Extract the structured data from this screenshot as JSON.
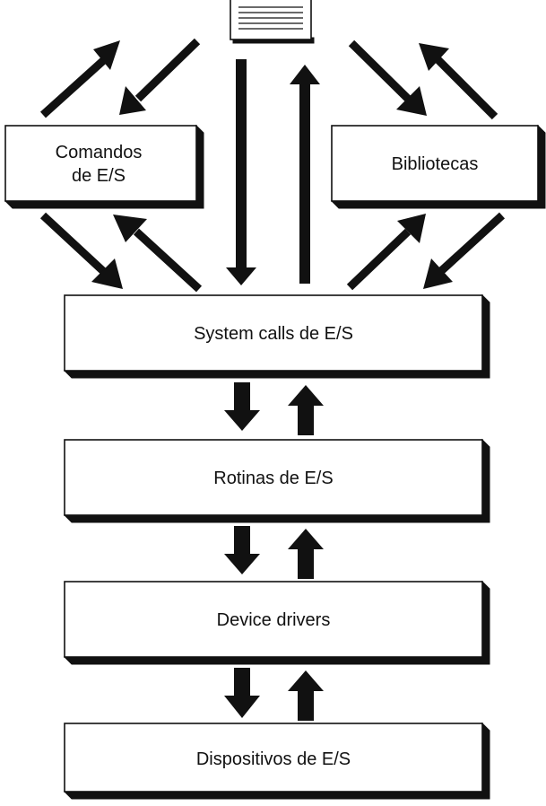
{
  "diagram": {
    "boxes": {
      "comandos": {
        "line1": "Comandos",
        "line2": "de E/S"
      },
      "bibliotecas": {
        "label": "Bibliotecas"
      },
      "system_calls": {
        "label": "System calls de E/S"
      },
      "rotinas": {
        "label": "Rotinas de E/S"
      },
      "device_drivers": {
        "label": "Device drivers"
      },
      "dispositivos": {
        "label": "Dispositivos de E/S"
      }
    },
    "colors": {
      "stroke": "#111111",
      "fill": "#ffffff",
      "arrow": "#111111"
    },
    "icons": {
      "document": "document-icon"
    }
  }
}
